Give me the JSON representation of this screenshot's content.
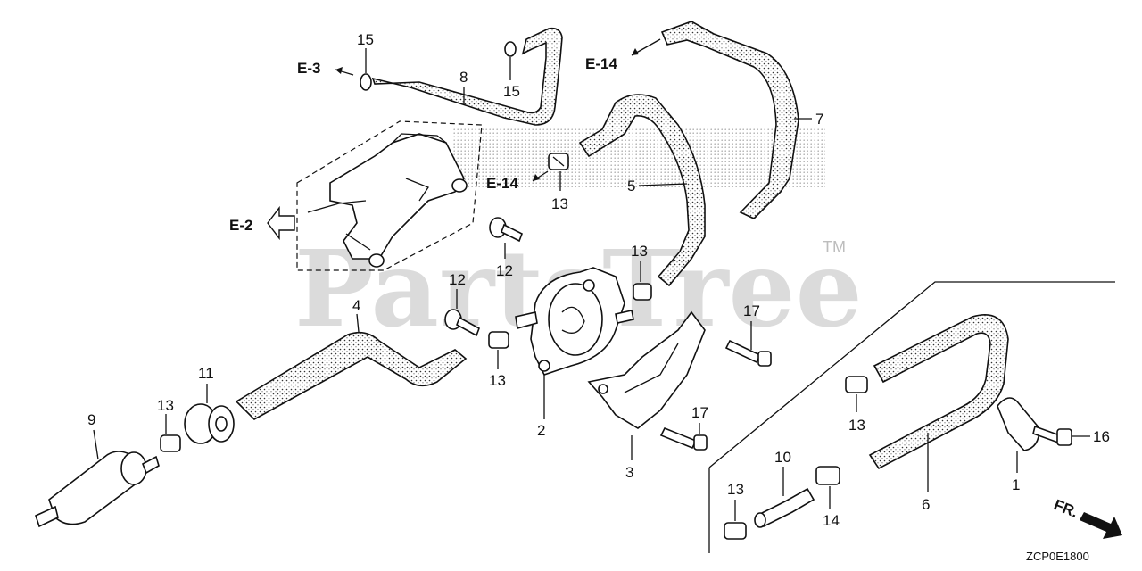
{
  "diagram": {
    "part_labels": {
      "p1": "1",
      "p2": "2",
      "p3": "3",
      "p4": "4",
      "p5": "5",
      "p6": "6",
      "p7": "7",
      "p8": "8",
      "p9": "9",
      "p10": "10",
      "p11": "11",
      "p12a": "12",
      "p12b": "12",
      "p13a": "13",
      "p13b": "13",
      "p13c": "13",
      "p13d": "13",
      "p13e": "13",
      "p13f": "13",
      "p14": "14",
      "p15a": "15",
      "p15b": "15",
      "p16": "16",
      "p17a": "17",
      "p17b": "17"
    },
    "references": {
      "e3": "E-3",
      "e14_top": "E-14",
      "e14_mid": "E-14",
      "e2": "E-2",
      "fr": "FR."
    },
    "watermark": {
      "text": "PartsTree",
      "trademark": "TM"
    },
    "diagram_code": "ZCP0E1800"
  },
  "colors": {
    "ink": "#111111",
    "watermark": "#cfcfcf",
    "background": "#ffffff"
  }
}
